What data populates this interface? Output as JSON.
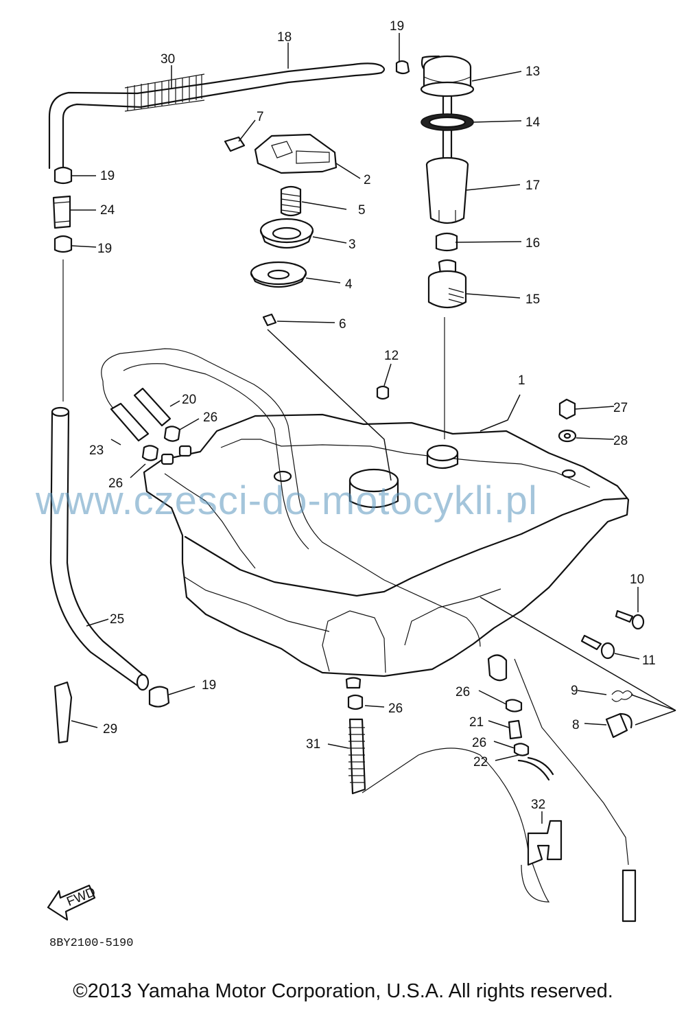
{
  "diagram": {
    "diagram_code": "8BY2100-5190",
    "fwd_label": "FWD",
    "watermark": "www.czesci-do-motocykli.pl",
    "copyright": "©2013 Yamaha Motor Corporation, U.S.A. All rights reserved.",
    "callouts": [
      "1",
      "2",
      "3",
      "4",
      "5",
      "6",
      "7",
      "8",
      "9",
      "10",
      "11",
      "12",
      "13",
      "14",
      "15",
      "16",
      "17",
      "18",
      "19",
      "20",
      "21",
      "22",
      "23",
      "24",
      "25",
      "26",
      "27",
      "28",
      "29",
      "30",
      "31",
      "32"
    ],
    "callout_19": "19",
    "callout_26": "26"
  }
}
